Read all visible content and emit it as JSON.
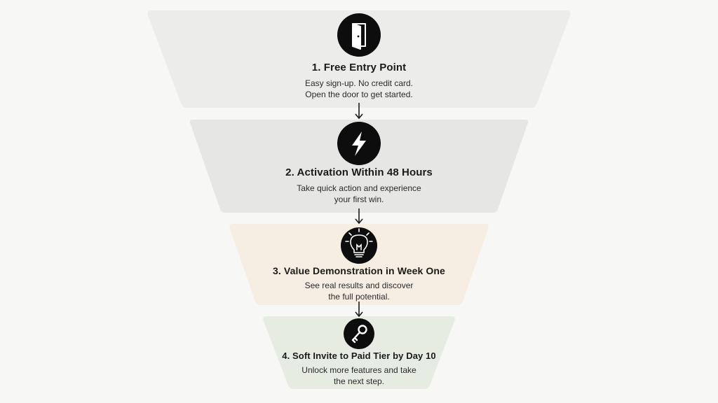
{
  "stages": [
    {
      "title": "1. Free Entry Point",
      "line1": "Easy sign-up. No credit card.",
      "line2": "Open the door to get started.",
      "icon": "door-icon",
      "color": "#ececea"
    },
    {
      "title": "2. Activation Within 48 Hours",
      "line1": "Take quick action and experience",
      "line2": "your first win.",
      "icon": "lightning-icon",
      "color": "#e6e6e4"
    },
    {
      "title": "3. Value Demonstration in Week One",
      "line1": "See real results and discover",
      "line2": "the full potential.",
      "icon": "lightbulb-icon",
      "color": "#f6eee2"
    },
    {
      "title": "4. Soft Invite to Paid Tier by Day 10",
      "line1": "Unlock more features and take",
      "line2": "the next step.",
      "icon": "key-icon",
      "color": "#e7ece3"
    }
  ],
  "colors": {
    "background": "#f7f7f6",
    "icon_circle": "#0d0d0d",
    "arrow": "#1a1a1a"
  }
}
